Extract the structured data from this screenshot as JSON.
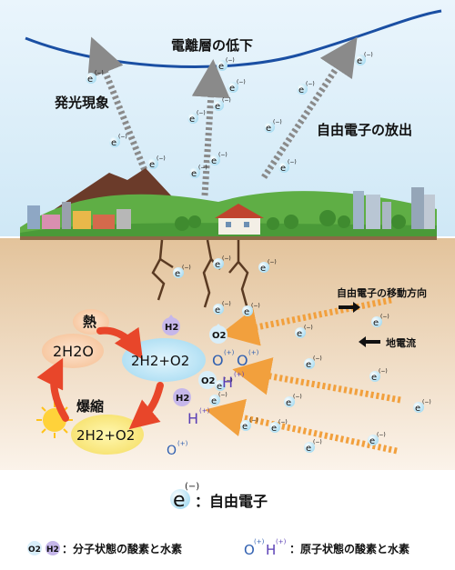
{
  "labels": {
    "ionosphere": "電離層の低下",
    "luminescence": "発光現象",
    "free_electron_release": "自由電子の放出",
    "electron_direction": "自由電子の移動方向",
    "earth_current": "地電流",
    "heat": "熱",
    "explosive_compression": "爆縮"
  },
  "reaction": {
    "water": "2H2O",
    "hydrogen_oxygen_top": "2H2+O2",
    "hydrogen_oxygen_bottom": "2H2+O2"
  },
  "molecules": {
    "h2": "H2",
    "o2": "O2",
    "h2_b": "H2",
    "o2_b": "O2"
  },
  "atoms": {
    "o_plus": "O",
    "h_plus": "H",
    "plus_sup": "(+)",
    "minus_sup": "(−)",
    "e": "e"
  },
  "legend": {
    "electron_letter": "e",
    "electron_sup": "(−)",
    "electron_text": "：自由電子",
    "molecule_o2": "O2",
    "molecule_h2": "H2",
    "molecule_text": "：分子状態の酸素と水素",
    "atom_o": "O",
    "atom_h": "H",
    "atom_sup": "(+)",
    "atom_text": "：原子状態の酸素と水素"
  },
  "colors": {
    "sky": "#e6f3fb",
    "ground": "#d9b88f",
    "ionosphere_line": "#1a4fa3",
    "sky_arrow": "#8a8a8a",
    "ground_arrow": "#f2a03d",
    "cycle_arrow": "#e8462a",
    "electron_fill": "#bfe6f7",
    "atom_text": "#5a3fb5"
  }
}
